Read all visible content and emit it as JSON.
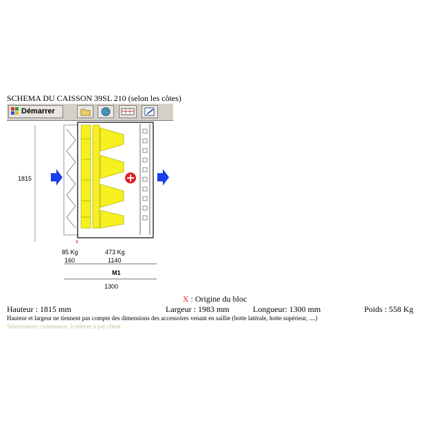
{
  "title": "SCHEMA DU CAISSON 39SL 210 (selon les côtes)",
  "toolbar": {
    "start_label": "Démarrer",
    "icons": [
      "folder-icon",
      "globe-icon",
      "layout-icon",
      "edit-icon"
    ]
  },
  "schema": {
    "height_label": "1815",
    "weight_left": "85 Kg",
    "weight_main": "473 Kg",
    "width_left": "160",
    "width_main": "1140",
    "module_label": "M1",
    "total_length": "1300"
  },
  "origin": {
    "marker": "X",
    "label": " : Origine du bloc"
  },
  "dims": {
    "hauteur": "Hauteur : 1815  mm",
    "largeur": "Largeur : 1983  mm",
    "longueur": "Longueur: 1300  mm",
    "poids": "Poids   : 558  Kg"
  },
  "notes": {
    "line1": "Hauteur et largeur ne tiennent pas compte des dimensions des accessoires venant en saillie  (hotte latérale, hotte supérieur, ....)",
    "line2": "Sélectionner contenance, à relever à par client"
  },
  "colors": {
    "yellow": "#f5f01e",
    "blue": "#1a3ee8",
    "red": "#e02020"
  }
}
